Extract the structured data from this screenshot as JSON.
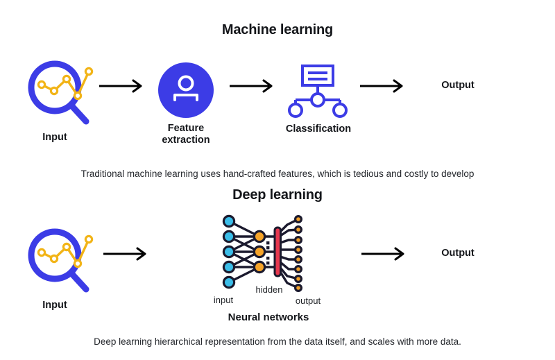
{
  "diagram": {
    "type": "comparison-flow-diagram",
    "sections": [
      {
        "id": "machine-learning",
        "title": "Machine learning",
        "caption": "Traditional machine learning uses hand-crafted features, which is tedious and costly to develop",
        "steps": [
          "Input",
          "Feature extraction",
          "Classification",
          "Output"
        ]
      },
      {
        "id": "deep-learning",
        "title": "Deep learning",
        "caption": "Deep learning hierarchical representation from the data itself, and scales with more data.",
        "steps": [
          "Input",
          "Neural networks",
          "Output"
        ]
      }
    ]
  },
  "ml": {
    "title": "Machine learning",
    "caption": "Traditional machine learning uses hand-crafted features, which is tedious and costly to develop",
    "input_label": "Input",
    "feature_label": "Feature\nextraction",
    "feature_label_line1": "Feature",
    "feature_label_line2": "extraction",
    "classification_label": "Classification",
    "output_label": "Output"
  },
  "dl": {
    "title": "Deep learning",
    "caption": "Deep learning hierarchical representation from the data itself, and scales with more data.",
    "input_label": "Input",
    "output_label": "Output",
    "nn_title": "Neural networks",
    "nn_input_label": "input",
    "nn_hidden_label": "hidden",
    "nn_output_label": "output"
  },
  "neural_network": {
    "layers": [
      {
        "name": "input",
        "node_count": 5,
        "color": "#3BBDE8"
      },
      {
        "name": "hidden",
        "node_count": 3,
        "color": "#F6A429"
      },
      {
        "name": "output",
        "node_count": 8,
        "color": "#F0A02C"
      }
    ],
    "bar_color": "#E8384F",
    "stroke_color": "#1B1A2E"
  },
  "colors": {
    "brand_blue": "#3C3CE6",
    "accent_yellow": "#F2B417",
    "cyan": "#3BBDE8",
    "orange": "#F6A429",
    "red": "#E8384F",
    "ink": "#14161a",
    "background": "#FFFFFF",
    "arrow": "#000000"
  },
  "icons": {
    "magnifier": "magnifier-chart-icon",
    "feature": "person-feature-icon",
    "classification": "classification-tree-icon",
    "neural_network": "neural-network-icon",
    "arrow": "arrow-right-icon"
  }
}
